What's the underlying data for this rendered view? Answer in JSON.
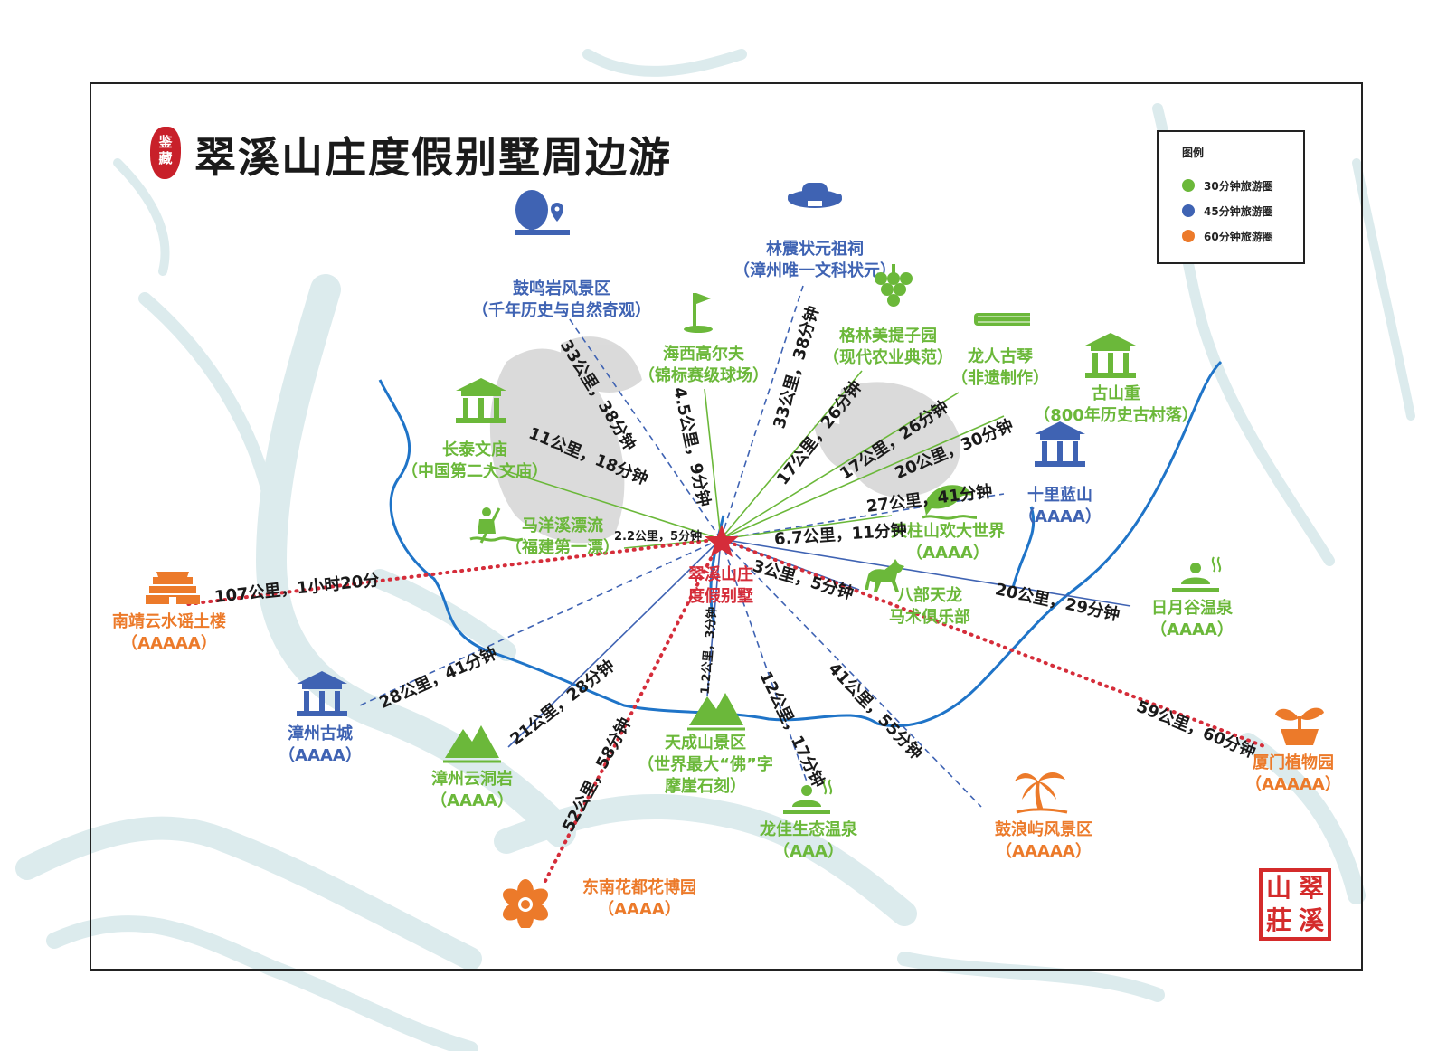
{
  "title": "翠溪山庄度假别墅周边游",
  "seal_small_text": "鉴藏",
  "seal_big_chars": [
    "山",
    "翠",
    "莊",
    "溪"
  ],
  "colors": {
    "green": "#6bb83a",
    "blue": "#3f63b3",
    "orange": "#ec7a2a",
    "red": "#d52d3a",
    "water": "#dcebed",
    "river": "#1f74c8"
  },
  "legend": {
    "title": "图例",
    "items": [
      {
        "label": "30分钟旅游圈",
        "color": "#6bb83a"
      },
      {
        "label": "45分钟旅游圈",
        "color": "#3f63b3"
      },
      {
        "label": "60分钟旅游圈",
        "color": "#ec7a2a"
      }
    ]
  },
  "center": {
    "lines": [
      "翠溪山庄",
      "度假别墅"
    ],
    "icon": "star-icon"
  },
  "pois": [
    {
      "lines": [
        "鼓鸣岩风景区",
        "（千年历史与自然奇观）"
      ],
      "circle": "blue",
      "icon": "tree-pin-icon"
    },
    {
      "lines": [
        "林震状元祖祠",
        "（漳州唯一文科状元）"
      ],
      "circle": "blue",
      "icon": "hat-icon"
    },
    {
      "lines": [
        "海西高尔夫",
        "（锦标赛级球场）"
      ],
      "circle": "green",
      "icon": "golf-icon"
    },
    {
      "lines": [
        "格林美提子园",
        "（现代农业典范）"
      ],
      "circle": "green",
      "icon": "grapes-icon"
    },
    {
      "lines": [
        "龙人古琴",
        "（非遗制作）"
      ],
      "circle": "green",
      "icon": "guqin-icon"
    },
    {
      "lines": [
        "古山重",
        "（800年历史古村落）"
      ],
      "circle": "green",
      "icon": "building-icon"
    },
    {
      "lines": [
        "长泰文庙",
        "（中国第二大文庙）"
      ],
      "circle": "green",
      "icon": "temple-icon"
    },
    {
      "lines": [
        "十里蓝山",
        "（AAAA）"
      ],
      "circle": "blue",
      "icon": "pavilion-icon"
    },
    {
      "lines": [
        "马洋溪漂流",
        "（福建第一漂）"
      ],
      "circle": "green",
      "icon": "rafting-icon"
    },
    {
      "lines": [
        "天柱山欢大世界",
        "（AAAA）"
      ],
      "circle": "green",
      "icon": "dolphin-icon"
    },
    {
      "lines": [
        "八部天龙",
        "马术俱乐部"
      ],
      "circle": "green",
      "icon": "horse-icon"
    },
    {
      "lines": [
        "日月谷温泉",
        "（AAAA）"
      ],
      "circle": "green",
      "icon": "hotspring-icon"
    },
    {
      "lines": [
        "南靖云水谣土楼",
        "（AAAAA）"
      ],
      "circle": "orange",
      "icon": "tulou-icon"
    },
    {
      "lines": [
        "漳州古城",
        "（AAAA）"
      ],
      "circle": "blue",
      "icon": "city-gate-icon"
    },
    {
      "lines": [
        "漳州云洞岩",
        "（AAAA）"
      ],
      "circle": "green",
      "icon": "mountain-icon"
    },
    {
      "lines": [
        "天成山景区",
        "（世界最大“佛”字",
        "摩崖石刻）"
      ],
      "circle": "green",
      "icon": "mountain-icon"
    },
    {
      "lines": [
        "龙佳生态温泉",
        "（AAA）"
      ],
      "circle": "green",
      "icon": "hotspring-icon"
    },
    {
      "lines": [
        "鼓浪屿风景区",
        "（AAAAA）"
      ],
      "circle": "orange",
      "icon": "palm-icon"
    },
    {
      "lines": [
        "厦门植物园",
        "（AAAAA）"
      ],
      "circle": "orange",
      "icon": "sprout-icon"
    },
    {
      "lines": [
        "东南花都花博园",
        "（AAAA）"
      ],
      "circle": "orange",
      "icon": "flower-icon"
    }
  ],
  "routes": [
    {
      "to": "鼓鸣岩风景区",
      "label": "33公里，38分钟"
    },
    {
      "to": "海西高尔夫",
      "label": "4.5公里，9分钟"
    },
    {
      "to": "林震状元祖祠",
      "label": "33公里，38分钟"
    },
    {
      "to": "格林美提子园",
      "label": "17公里，26分钟"
    },
    {
      "to": "龙人古琴",
      "label": "17公里，26分钟"
    },
    {
      "to": "古山重",
      "label": "20公里，30分钟"
    },
    {
      "to": "长泰文庙",
      "label": "11公里，18分钟"
    },
    {
      "to": "十里蓝山",
      "label": "27公里，41分钟"
    },
    {
      "to": "天柱山欢大世界",
      "label": "6.7公里，11分钟"
    },
    {
      "to": "马洋溪漂流",
      "label": "2.2公里，5分钟"
    },
    {
      "to": "八部天龙",
      "label": "3公里，5分钟"
    },
    {
      "to": "日月谷温泉",
      "label": "20公里，29分钟"
    },
    {
      "to": "南靖云水谣土楼",
      "label": "107公里，1小时20分"
    },
    {
      "to": "漳州古城",
      "label": "28公里，41分钟"
    },
    {
      "to": "漳州云洞岩",
      "label": "21公里，28分钟"
    },
    {
      "to": "东南花都花博园",
      "label": "52公里，58分钟"
    },
    {
      "to": "天成山景区",
      "label": "1.2公里，3分钟"
    },
    {
      "to": "龙佳生态温泉",
      "label": "12公里，17分钟"
    },
    {
      "to": "鼓浪屿风景区",
      "label": "41公里，55分钟"
    },
    {
      "to": "厦门植物园",
      "label": "59公里，60分钟"
    }
  ]
}
